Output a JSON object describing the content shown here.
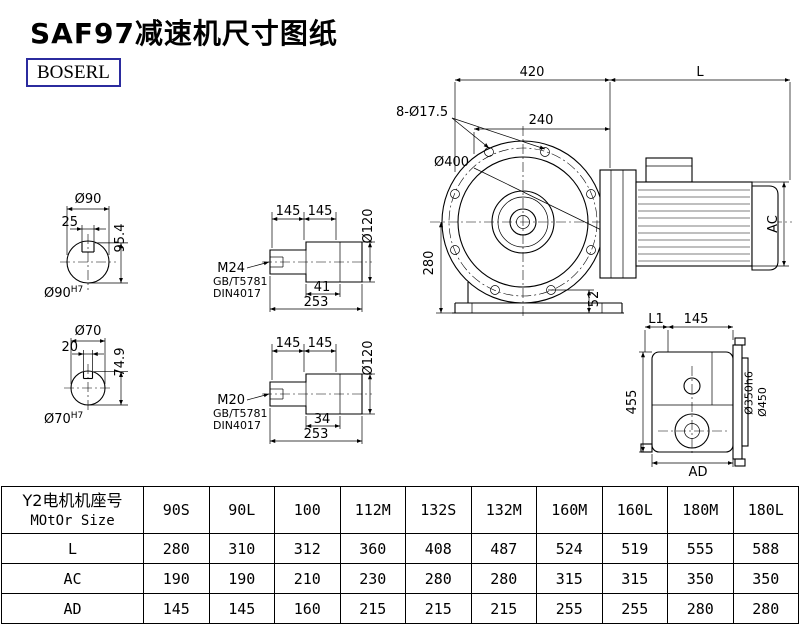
{
  "page": {
    "title": "SAF97减速机尺寸图纸",
    "brand": "BOSERL"
  },
  "colors": {
    "line": "#000000",
    "brand_border": "#2b2b9e",
    "background": "#ffffff"
  },
  "front_view": {
    "dim_top_width": "420",
    "dim_motor_length": "L",
    "dim_bolt_holes": "8-Ø17.5",
    "dim_inner_width": "240",
    "dim_flange_dia": "Ø400",
    "dim_center_height": "280",
    "dim_foot_offset": "52",
    "dim_motor_height": "AC"
  },
  "side_view": {
    "dim_l1": "L1",
    "dim_145": "145",
    "dim_total_height": "455",
    "dim_spigot_dia": "Ø350h6",
    "dim_flange_dia": "Ø450",
    "dim_ad": "AD"
  },
  "shaft_hole_90": {
    "dia_top": "Ø90",
    "key_width": "25",
    "key_height": "95.4",
    "bore_label": "Ø90",
    "bore_tol": "H7"
  },
  "shaft_hole_70": {
    "dia_top": "Ø70",
    "key_width": "20",
    "key_height": "74.9",
    "bore_label": "Ø70",
    "bore_tol": "H7"
  },
  "shaft_m24": {
    "dim_145a": "145",
    "dim_145b": "145",
    "dia": "Ø120",
    "thread": "M24",
    "std_gb": "GB/T5781",
    "std_din": "DIN4017",
    "dim_depth": "41",
    "dim_length": "253"
  },
  "shaft_m20": {
    "dim_145a": "145",
    "dim_145b": "145",
    "dia": "Ø120",
    "thread": "M20",
    "std_gb": "GB/T5781",
    "std_din": "DIN4017",
    "dim_depth": "34",
    "dim_length": "253"
  },
  "table": {
    "header": {
      "line1": "Y2电机机座号",
      "line2": "MOtOr Size"
    },
    "columns": [
      "90S",
      "90L",
      "100",
      "112M",
      "132S",
      "132M",
      "160M",
      "160L",
      "180M",
      "180L"
    ],
    "rows": [
      {
        "label": "L",
        "values": [
          "280",
          "310",
          "312",
          "360",
          "408",
          "487",
          "524",
          "519",
          "555",
          "588"
        ]
      },
      {
        "label": "AC",
        "values": [
          "190",
          "190",
          "210",
          "230",
          "280",
          "280",
          "315",
          "315",
          "350",
          "350"
        ]
      },
      {
        "label": "AD",
        "values": [
          "145",
          "145",
          "160",
          "215",
          "215",
          "215",
          "255",
          "255",
          "280",
          "280"
        ]
      }
    ]
  }
}
